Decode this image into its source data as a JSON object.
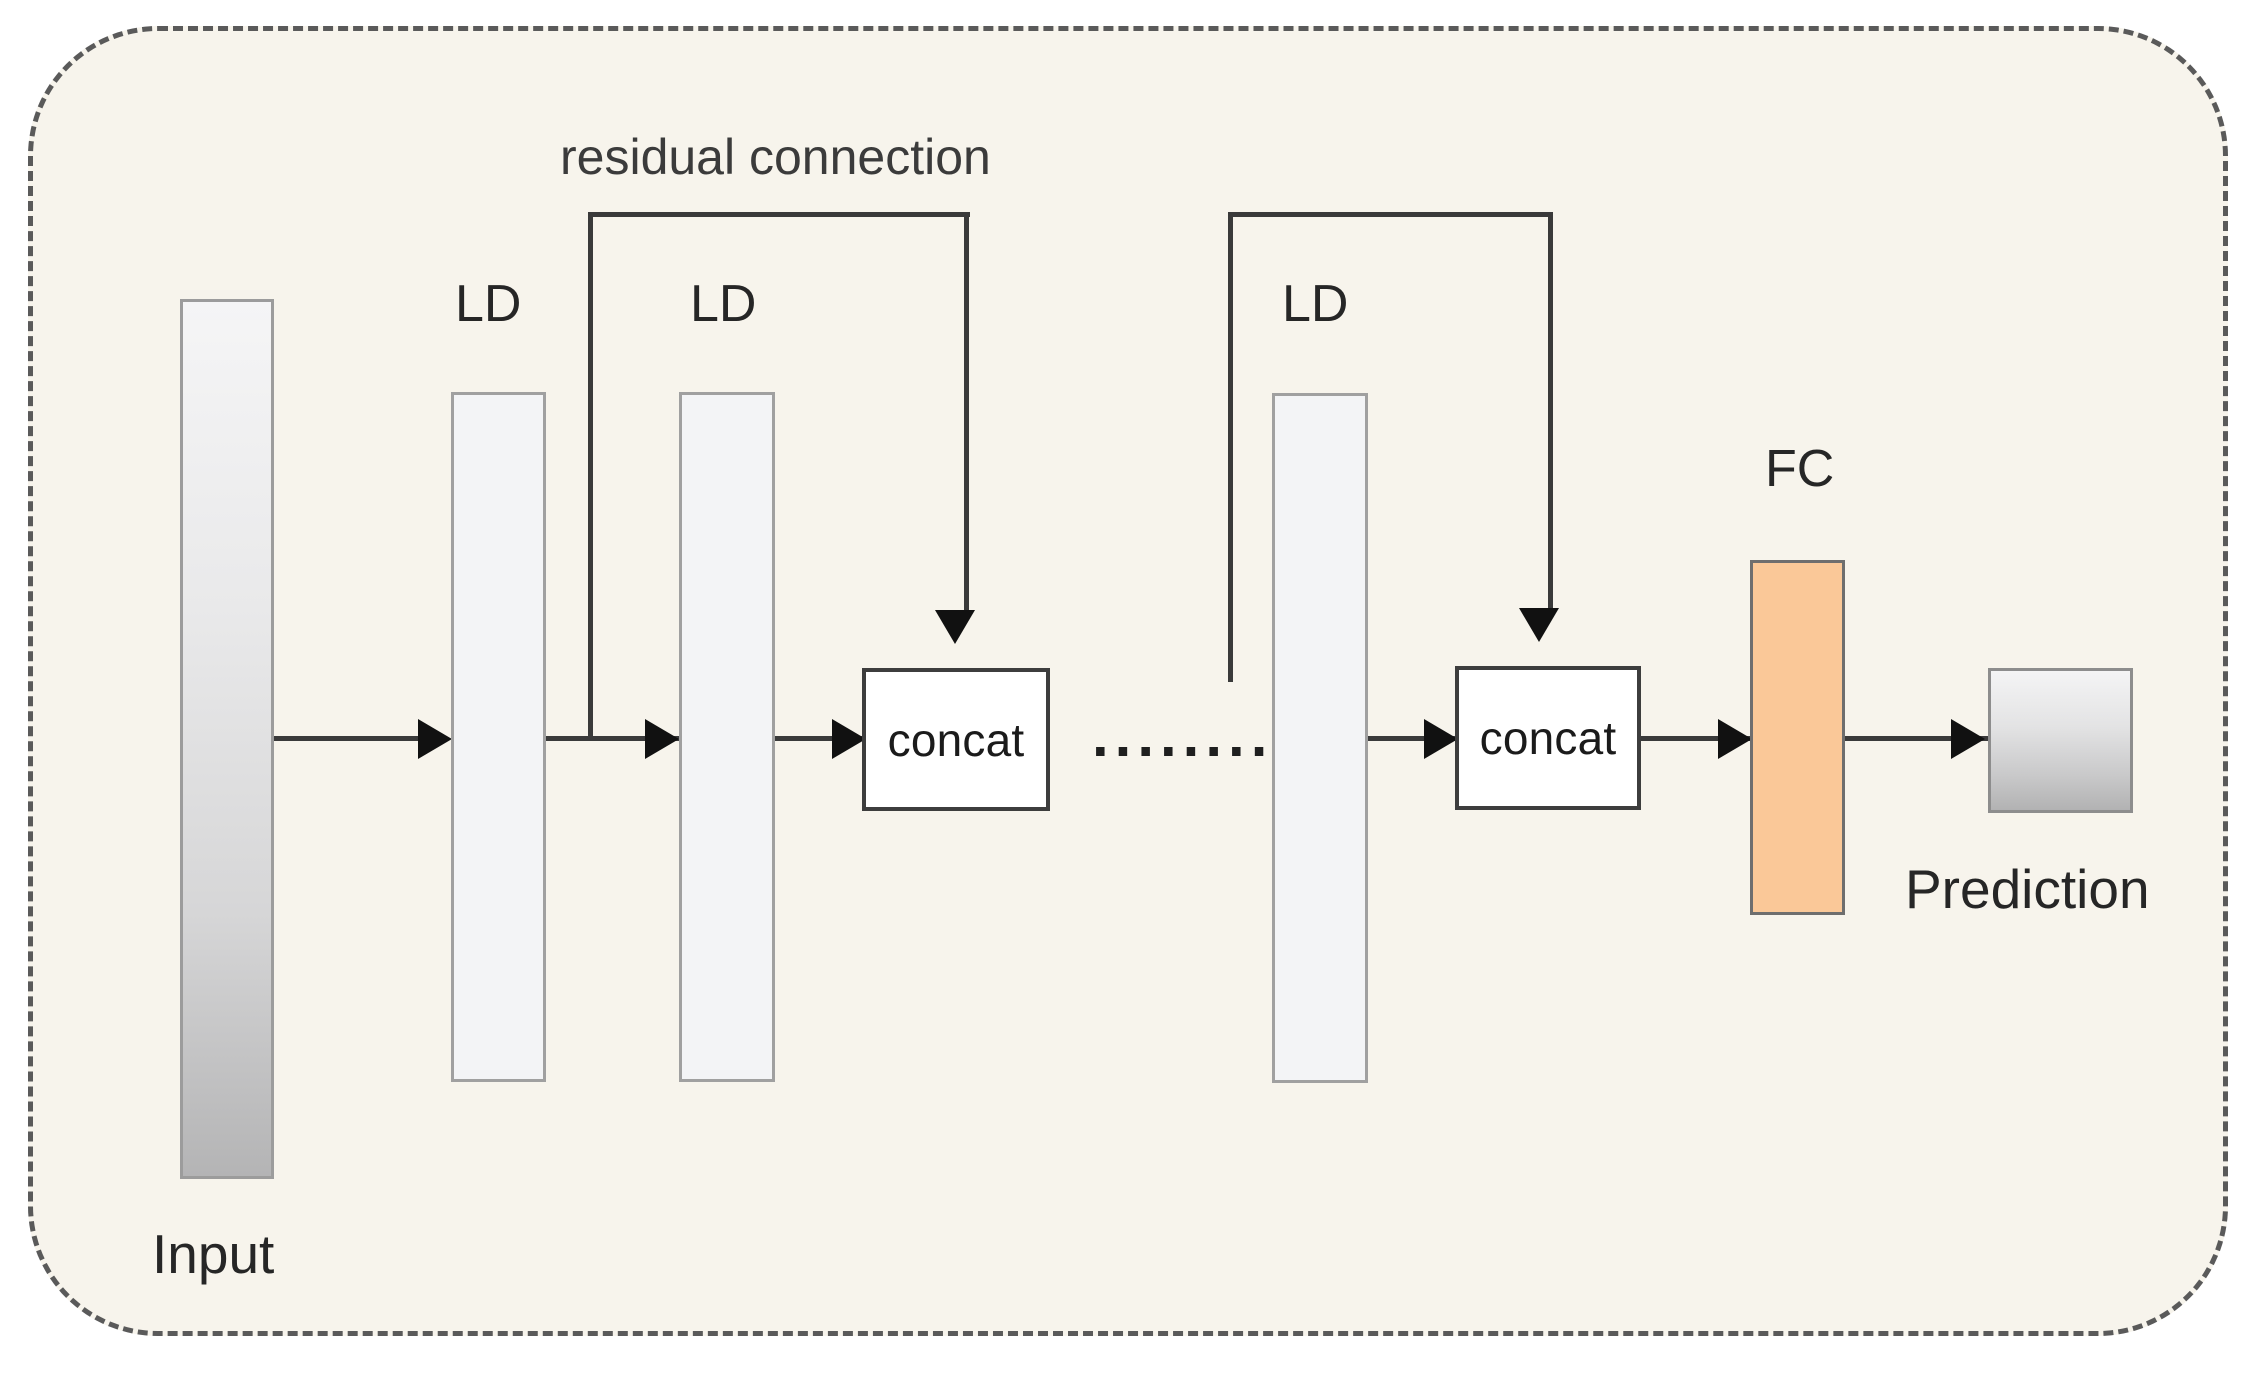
{
  "figure": {
    "type": "neural-network-architecture-diagram",
    "background_color": "#f7f4ec",
    "border_style": "dashed-rounded",
    "border_color": "#5a5a5a"
  },
  "labels": {
    "residual_connection": "residual connection",
    "input": "Input",
    "prediction": "Prediction",
    "ld_1": "LD",
    "ld_2": "LD",
    "ld_3": "LD",
    "fc": "FC",
    "concat_1": "concat",
    "concat_2": "concat",
    "ellipsis": "........"
  },
  "blocks": [
    {
      "name": "input",
      "label": "Input",
      "color": "gray-gradient"
    },
    {
      "name": "ld-1",
      "label": "LD",
      "color": "#f3f4f6"
    },
    {
      "name": "ld-2",
      "label": "LD",
      "color": "#f3f4f6"
    },
    {
      "name": "concat-1",
      "label": "concat",
      "color": "#ffffff"
    },
    {
      "name": "ld-3",
      "label": "LD",
      "color": "#f3f4f6"
    },
    {
      "name": "concat-2",
      "label": "concat",
      "color": "#ffffff"
    },
    {
      "name": "fc",
      "label": "FC",
      "color": "#fac898"
    },
    {
      "name": "prediction",
      "label": "Prediction",
      "color": "gray-gradient"
    }
  ],
  "colors": {
    "panel_background": "#f7f4ec",
    "panel_border": "#5a5a5a",
    "fc_block": "#fac898",
    "ld_block": "#f3f4f6",
    "concat_block": "#ffffff",
    "connector": "#3a3a3a",
    "text": "#262626"
  }
}
